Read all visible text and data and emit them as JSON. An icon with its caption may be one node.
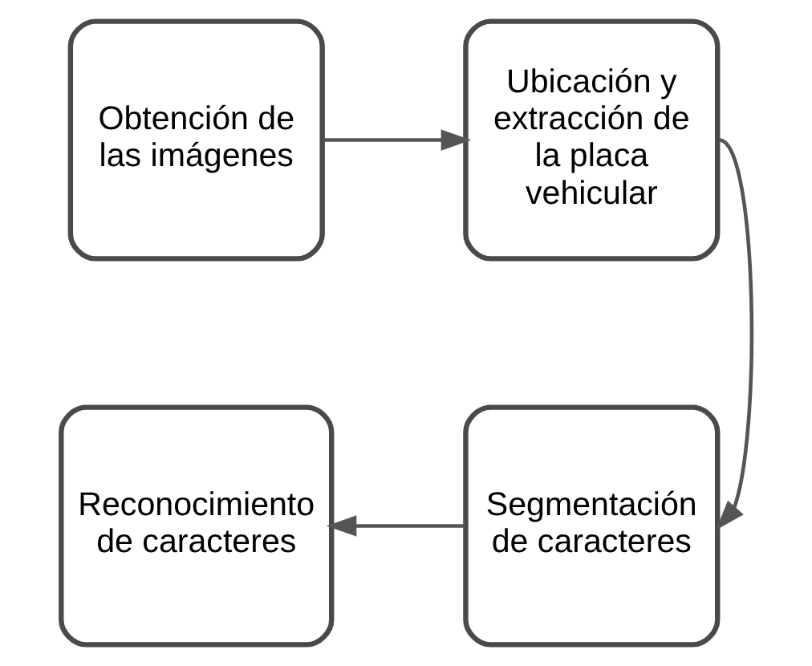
{
  "diagram": {
    "nodes": [
      {
        "text": [
          "Obtención de las imágenes"
        ]
      },
      {
        "text": [
          "Ubicación y extracción de la placa vehicular"
        ]
      },
      {
        "text": [
          "Reconocimiento de caracteres"
        ]
      },
      {
        "text": [
          "Segmentación de caracteres"
        ]
      }
    ],
    "edges": [
      {
        "from": 0,
        "to": 1,
        "arrow": "to"
      },
      {
        "from": 1,
        "to": 3,
        "arrow": "to"
      },
      {
        "from": 3,
        "to": 2,
        "arrow": "to"
      }
    ]
  }
}
